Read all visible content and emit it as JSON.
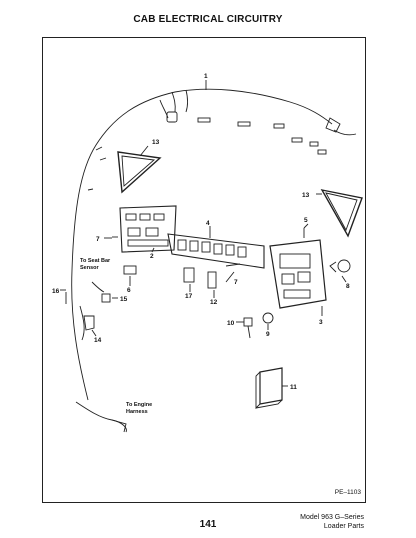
{
  "page": {
    "title": "CAB ELECTRICAL CIRCUITRY",
    "ref_code": "PE–1103",
    "page_number": "141",
    "footer": {
      "model": "Model 963 G–Series",
      "section": "Loader Parts"
    }
  },
  "callouts": {
    "c1": "1",
    "c2": "2",
    "c3": "3",
    "c4": "4",
    "c5": "5",
    "c6": "6",
    "c7a": "7",
    "c7b": "7",
    "c8": "8",
    "c9": "9",
    "c10": "10",
    "c11": "11",
    "c12": "12",
    "c13a": "13",
    "c13b": "13",
    "c14": "14",
    "c15": "15",
    "c16": "16",
    "c17": "17"
  },
  "annotations": {
    "seat_bar_line1": "To Seat Bar",
    "seat_bar_line2": "Sensor",
    "engine_line1": "To Engine",
    "engine_line2": "Harness"
  }
}
